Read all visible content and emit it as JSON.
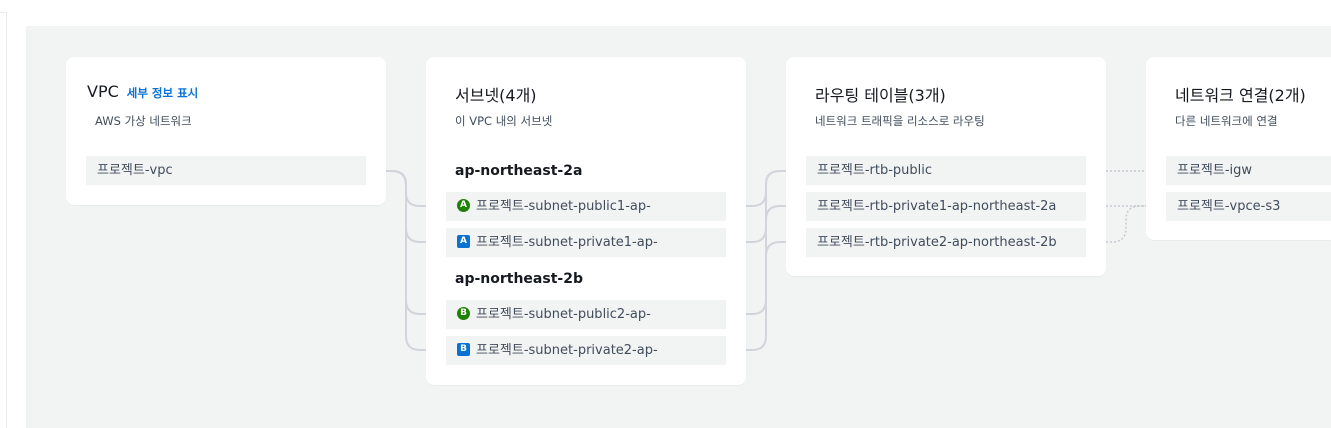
{
  "vpc": {
    "title": "VPC",
    "detail_link": "세부 정보 표시",
    "subtitle": "AWS 가상 네트워크",
    "items": [
      "프로젝트-vpc"
    ]
  },
  "subnets": {
    "title": "서브넷(4개)",
    "subtitle": "이 VPC 내의 서브넷",
    "groups": [
      {
        "az": "ap-northeast-2a",
        "items": [
          {
            "badge": "A",
            "kind": "public",
            "label": "프로젝트-subnet-public1-ap-"
          },
          {
            "badge": "A",
            "kind": "private",
            "label": "프로젝트-subnet-private1-ap-"
          }
        ]
      },
      {
        "az": "ap-northeast-2b",
        "items": [
          {
            "badge": "B",
            "kind": "public",
            "label": "프로젝트-subnet-public2-ap-"
          },
          {
            "badge": "B",
            "kind": "private",
            "label": "프로젝트-subnet-private2-ap-"
          }
        ]
      }
    ]
  },
  "route_tables": {
    "title": "라우팅 테이블(3개)",
    "subtitle": "네트워크 트래픽을 리소스로 라우팅",
    "items": [
      "프로젝트-rtb-public",
      "프로젝트-rtb-private1-ap-northeast-2a",
      "프로젝트-rtb-private2-ap-northeast-2b"
    ]
  },
  "connections": {
    "title": "네트워크 연결(2개)",
    "subtitle": "다른 네트워크에 연결",
    "items": [
      "프로젝트-igw",
      "프로젝트-vpce-s3"
    ]
  },
  "colors": {
    "public_badge": "#1d8102",
    "private_badge": "#0972d3",
    "link": "#0972d3",
    "connector": "#d1d5db"
  }
}
